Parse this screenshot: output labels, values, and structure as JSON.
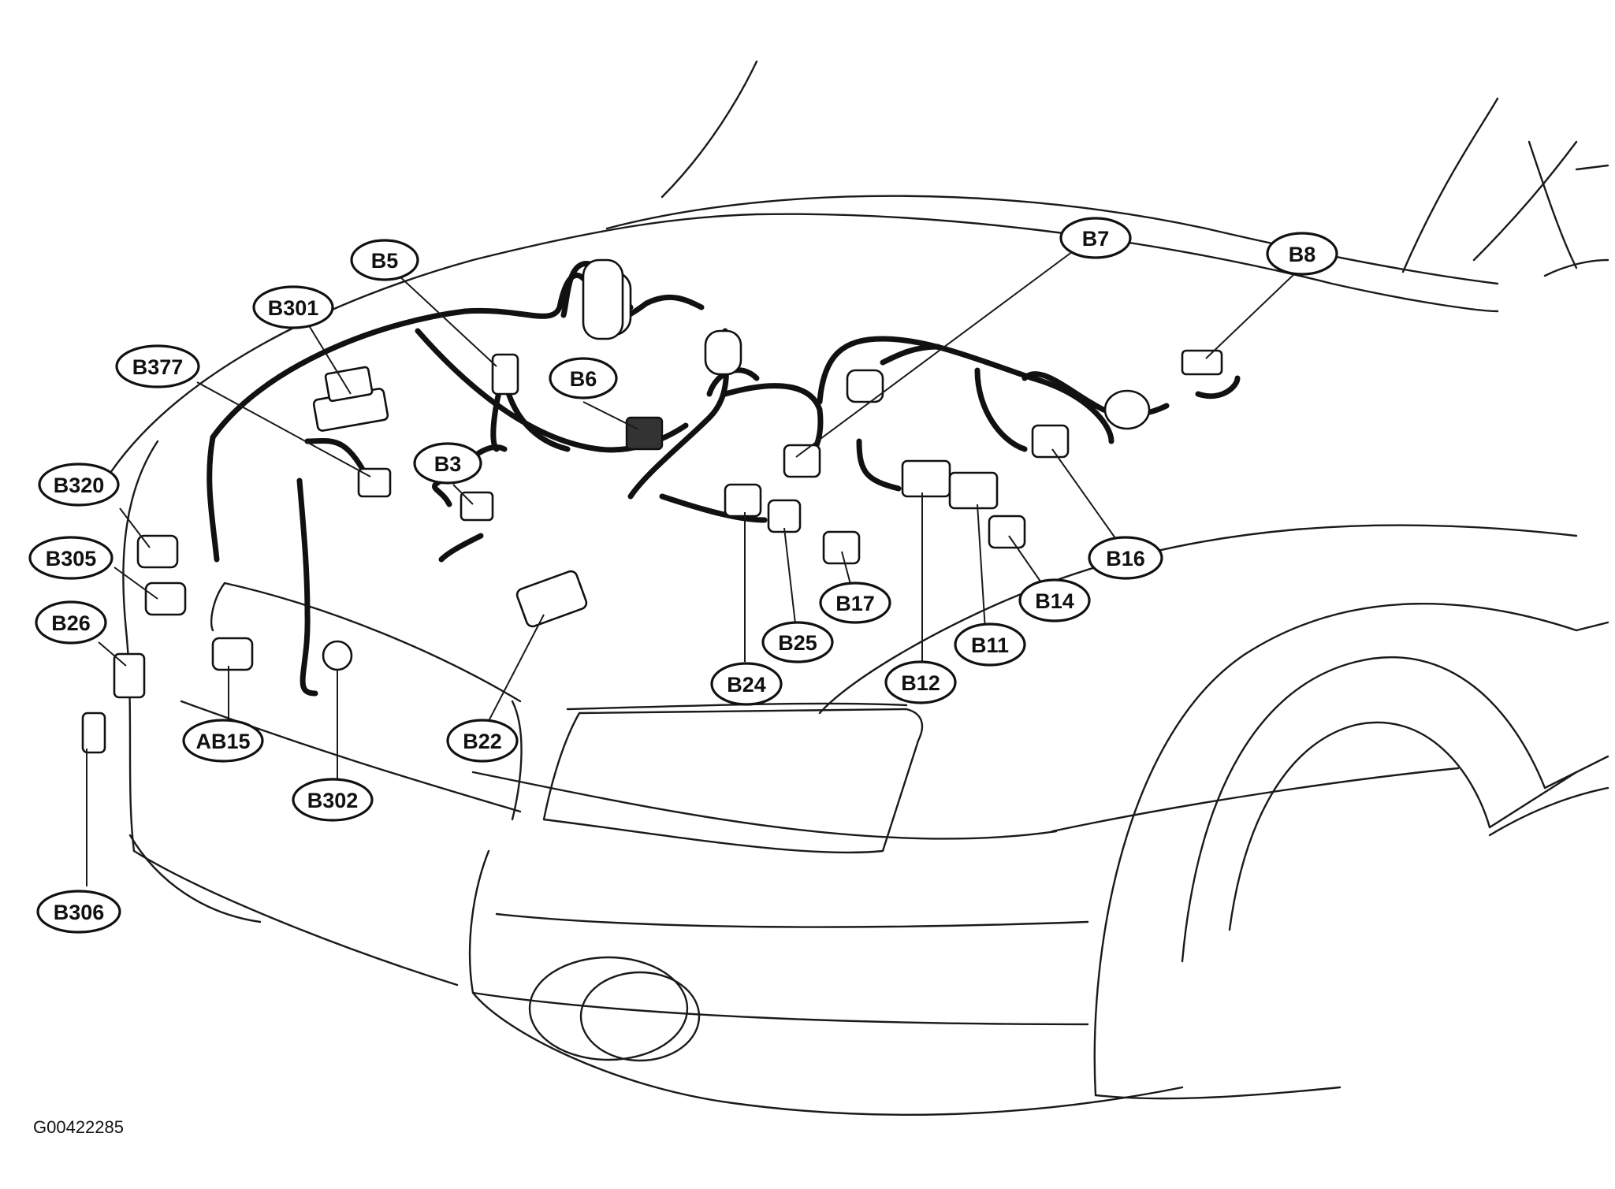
{
  "figure_code": "G00422285",
  "labels": {
    "B5": "B5",
    "B301": "B301",
    "B377": "B377",
    "B6": "B6",
    "B3": "B3",
    "B320": "B320",
    "B305": "B305",
    "B26": "B26",
    "AB15": "AB15",
    "B302": "B302",
    "B22": "B22",
    "B306": "B306",
    "B7": "B7",
    "B8": "B8",
    "B16": "B16",
    "B14": "B14",
    "B11": "B11",
    "B12": "B12",
    "B17": "B17",
    "B25": "B25",
    "B24": "B24"
  }
}
